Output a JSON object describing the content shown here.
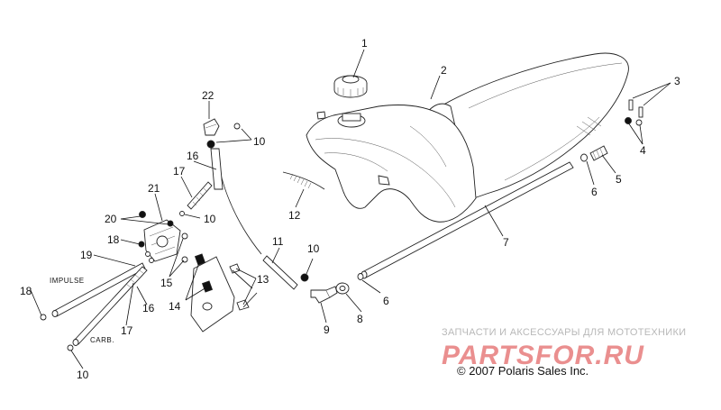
{
  "callouts": [
    "1",
    "2",
    "3",
    "4",
    "5",
    "6",
    "6",
    "7",
    "8",
    "9",
    "10",
    "10",
    "10",
    "10",
    "11",
    "12",
    "13",
    "14",
    "15",
    "16",
    "16",
    "17",
    "17",
    "18",
    "18",
    "19",
    "20",
    "21",
    "22"
  ],
  "labels": {
    "impulse": "IMPULSE",
    "carb": "CARB."
  },
  "watermark": {
    "tagline": "ЗАПЧАСТИ И АКСЕССУАРЫ ДЛЯ МОТОТЕХНИКИ",
    "brand": "PARTSFOR.RU"
  },
  "copyright": "© 2007 Polaris Sales Inc."
}
